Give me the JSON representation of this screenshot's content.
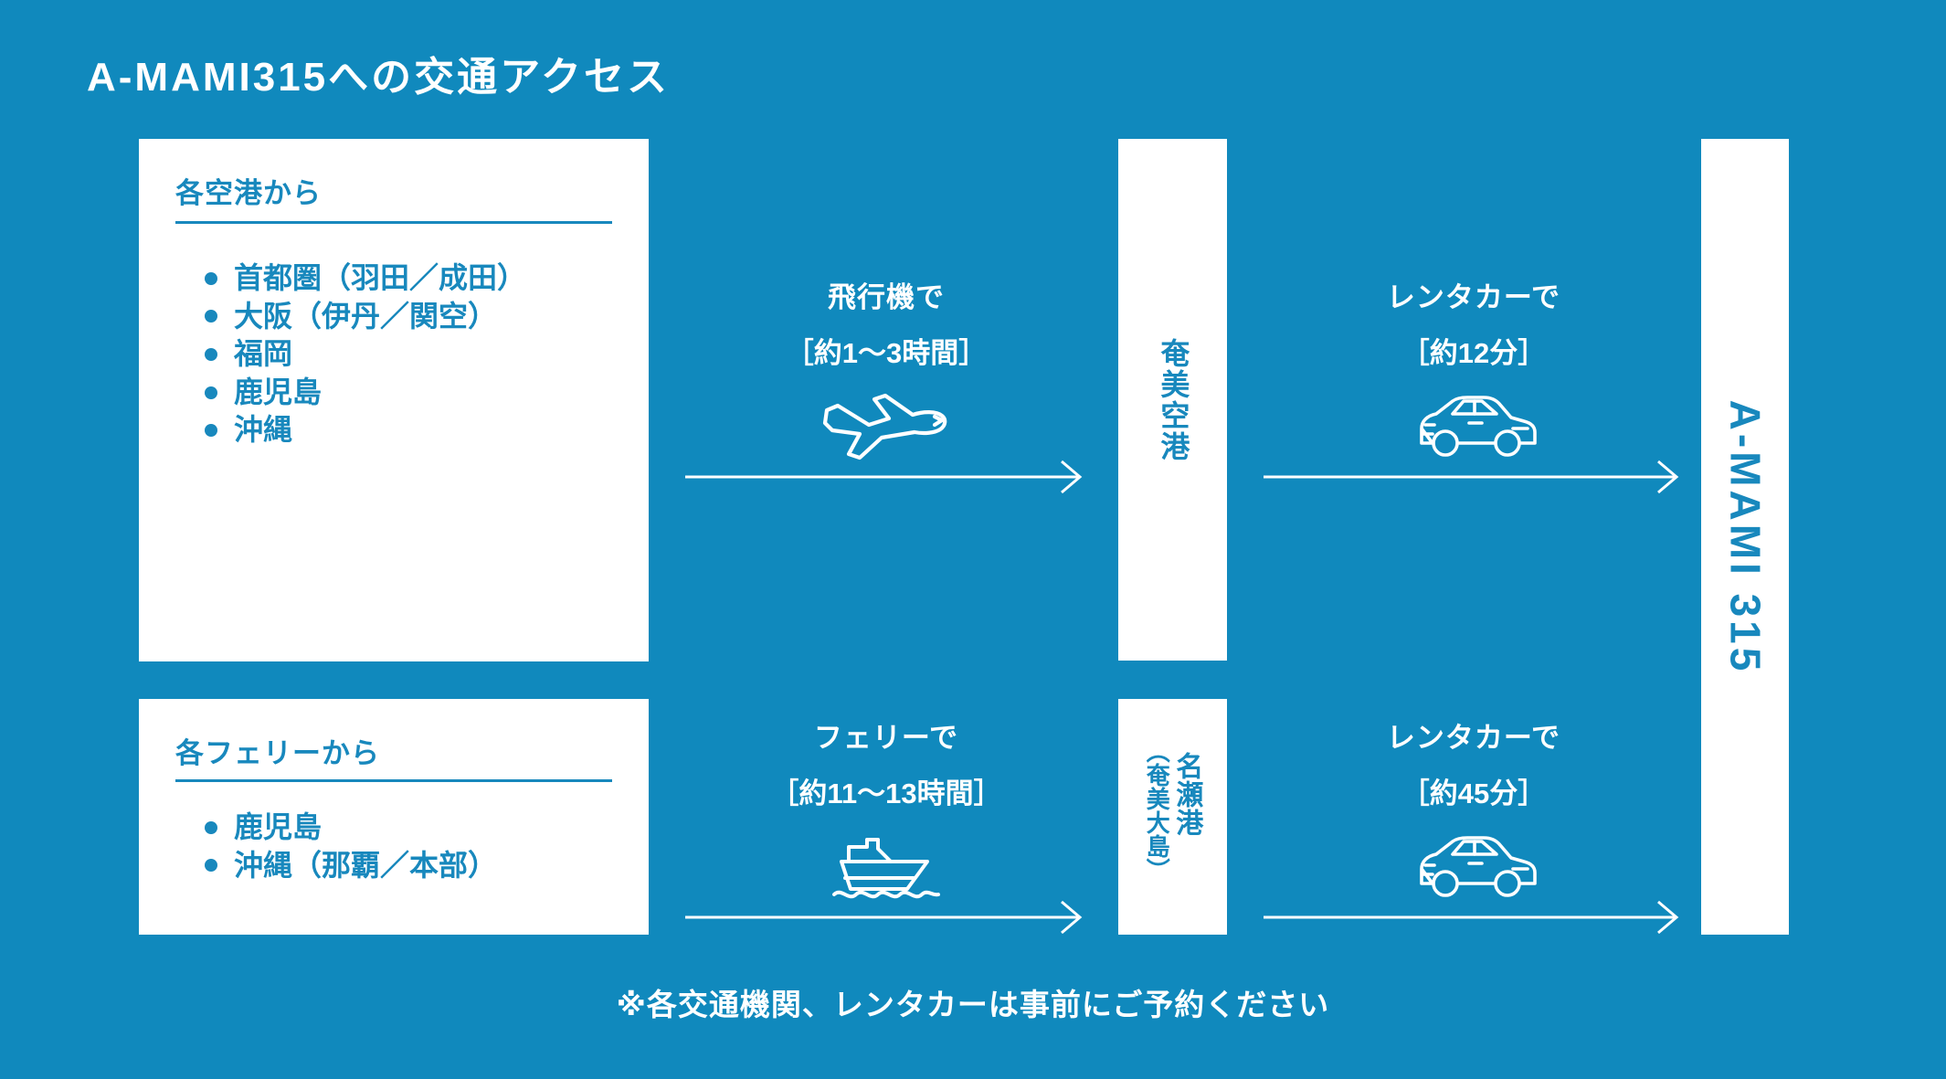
{
  "page": {
    "title": "A-MAMI315への交通アクセス",
    "background_color": "#1089bd",
    "accent_color": "#1888bd",
    "text_on_blue_color": "#ffffff",
    "footnote": "※各交通機関、レンタカーは事前にご予約ください"
  },
  "cards": [
    {
      "heading": "各空港から",
      "items": [
        "首都圏（羽田／成田）",
        "大阪（伊丹／関空）",
        "福岡",
        "鹿児島",
        "沖縄"
      ]
    },
    {
      "heading": "各フェリーから",
      "items": [
        "鹿児島",
        "沖縄（那覇／本部）"
      ]
    }
  ],
  "steps": [
    {
      "mode": "飛行機で",
      "duration": "［約1〜3時間］",
      "icon": "airplane-icon"
    },
    {
      "mode": "レンタカーで",
      "duration": "［約12分］",
      "icon": "car-icon"
    },
    {
      "mode": "フェリーで",
      "duration": "［約11〜13時間］",
      "icon": "ship-icon"
    },
    {
      "mode": "レンタカーで",
      "duration": "［約45分］",
      "icon": "car-icon"
    }
  ],
  "nodes": {
    "airport": "奄美空港",
    "port_main": "名瀬港",
    "port_sub": "（奄美大島）",
    "destination": "A-MAMI 315"
  }
}
